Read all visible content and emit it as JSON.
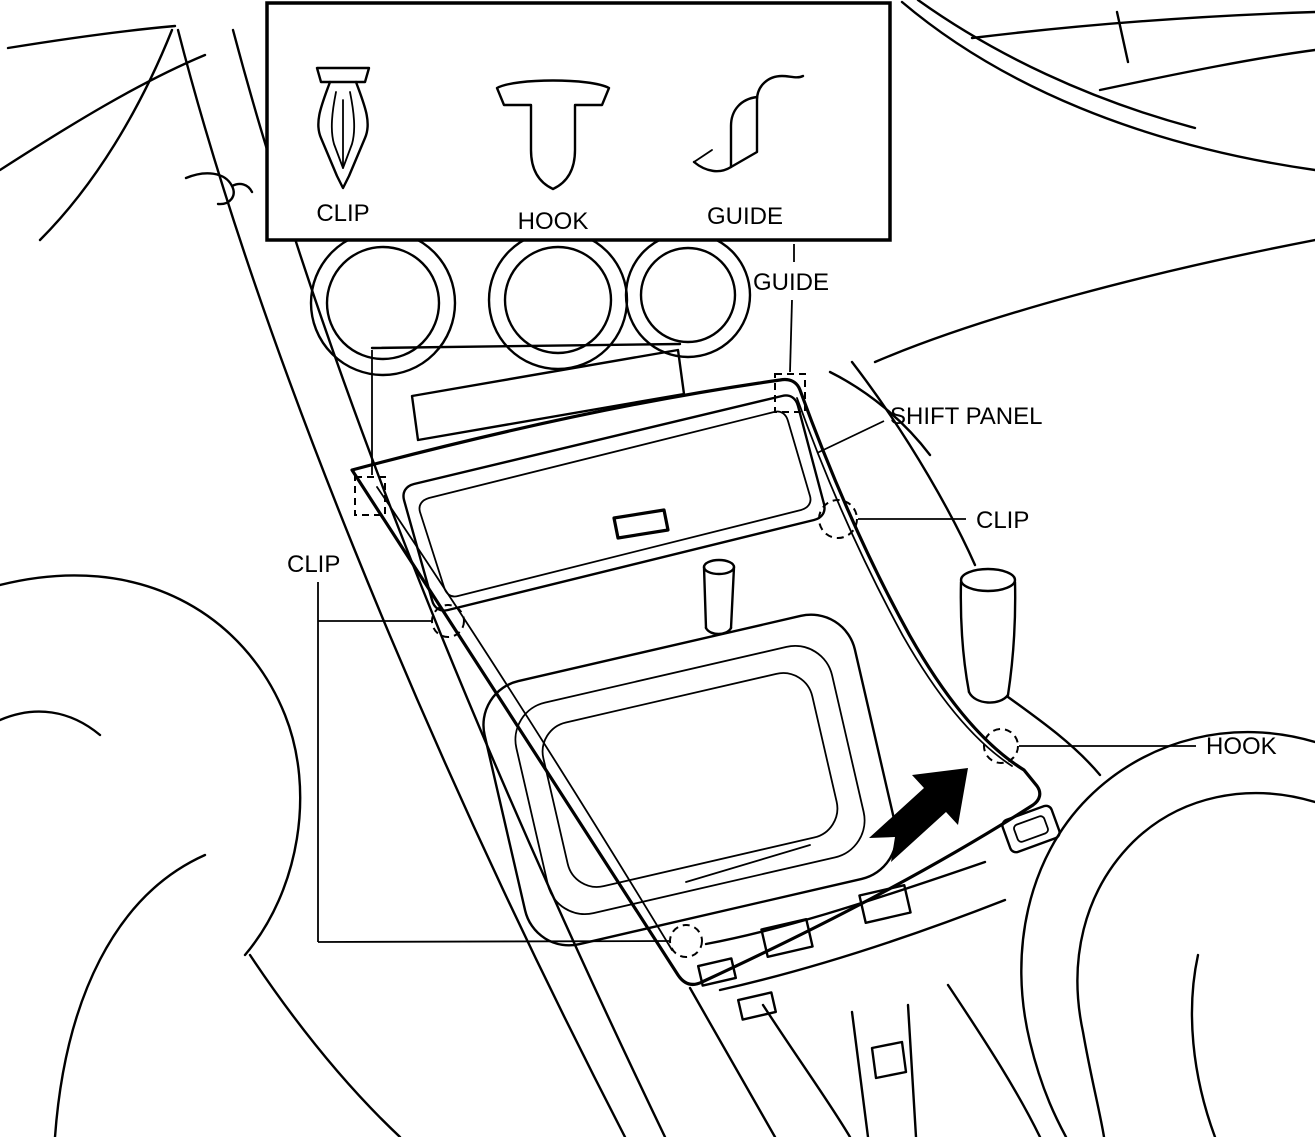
{
  "diagram": {
    "title_hint": "Shift panel removal fastener diagram",
    "legend": {
      "items": [
        {
          "id": "clip",
          "label": "CLIP"
        },
        {
          "id": "hook",
          "label": "HOOK"
        },
        {
          "id": "guide",
          "label": "GUIDE"
        }
      ]
    },
    "callouts": {
      "guide": {
        "label": "GUIDE"
      },
      "shift_panel": {
        "label": "SHIFT PANEL"
      },
      "clip_right": {
        "label": "CLIP"
      },
      "clip_left": {
        "label": "CLIP"
      },
      "hook": {
        "label": "HOOK"
      }
    },
    "colors": {
      "line": "#000000",
      "background": "#ffffff",
      "arrow_fill": "#000000"
    }
  }
}
